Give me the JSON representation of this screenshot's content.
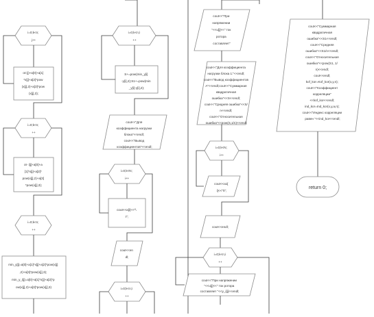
{
  "blocks": {
    "c1_loop1": [
      "i=0;k<n;",
      "j++"
    ],
    "c1_proc1": [
      "ot:(j)+a[0]+a[1]",
      "*x[j]+a[2]*pow",
      "(x[j],2)+a[3]*pow",
      "(x[j],3);"
    ],
    "c1_loop2": [
      "i=0;k<n;",
      "++"
    ],
    "c1_proc2": [
      "ot- i[j]+a[0]+a",
      "[1]*x[j]+a[2]*",
      "pow(x[j],2)+a[3]",
      "*pow(x[j],3);"
    ],
    "c1_loop3": [
      "i=0;k<n;",
      "++"
    ],
    "c1_proc3": [
      "min_y[j]=a[0]+a[1]*x[j]+a[2]*pow(x[j]",
      ",2)+a[3]*pow(x[j],3);",
      "min_y_i[j]=a[0]+a[1]*x[j]+a[2]*p",
      "ow(x[j],2)+a[3]*pow(x[j],3)"
    ],
    "c2_loop1": [
      "i=0;k<n;i",
      "++"
    ],
    "c2_proc1": [
      "S+=pow(min_y[i]",
      "-y[i],2);S1+=pow(min",
      "_y[i]-y[i],2);"
    ],
    "c2_io1": [
      "cout<<\"Для",
      "коэффициента нагрузки",
      "блока\"<<endl;",
      "cout<<\"Вывод",
      "коэффициентов\"<<endl;"
    ],
    "c2_loop2": [
      "i=0;k<N;",
      "i++"
    ],
    "c2_proc2": [
      "cout<<a[i]<<\"\\",
      "t\";"
    ],
    "c2_io2": [
      "cout<<en",
      "dl;"
    ],
    "c2_loop3": [
      "i=0;k<n;i",
      "++"
    ],
    "c3_io1": [
      "cout<<\"При",
      "напряжении",
      "\"<<u[j]<<\" ток",
      "ротора",
      "составляет\""
    ],
    "c3_io2": [
      "cout<<\"Для коэффициента",
      "нагрузки блока 1:\"<<endl;",
      "cout<<\"Вывод коэффициентов",
      "А\"<<endl;cout<<\"Суммарная",
      "квадратичная",
      "ошибка\"<<S<<endl;",
      "cout<<\"Средняя ошибка\"<<S/",
      "n<<endl;",
      "cout<<\"Относительная",
      "ошибка\"<<pow(S,1/n)<<endl;"
    ],
    "c3_loop1": [
      "i=0;k<N;",
      "i++"
    ],
    "c3_io3": [
      "cout<<a1[",
      "i]<<\"\\t\";"
    ],
    "c3_io4": [
      "cout<<endl;"
    ],
    "c3_loop2": [
      "i=0;k<n;i",
      "++"
    ],
    "c3_io5": [
      "cout<<\"При напряжении",
      "\"<<u[j]<<\" ток ротора",
      "составляет \"<<y_i[j]<<endl;"
    ],
    "c4_io1": [
      "cout<<\"Суммарная",
      "квадратичная",
      "ошибка\"<<S1<<endl;",
      "cout<<\"Средняя",
      "ошибка\"<<S1/n<<endl;",
      "cout<<\"Относительная",
      "ошибка\"<<pow(S1, 1/",
      "n)<<endl;",
      "cout<<endl;",
      "kof_kor=Kof_kor(x,y,n);",
      "cout<<\"Коэффициент",
      "корреляции\"",
      "<<kof_kor<<endl;",
      "ind_kor=Ind_kor(x,y,a,n);",
      "cout<<\"Индекс корреляции",
      "равен \"<<ind_kor<<endl;"
    ],
    "c4_term": [
      "return 0;"
    ]
  }
}
